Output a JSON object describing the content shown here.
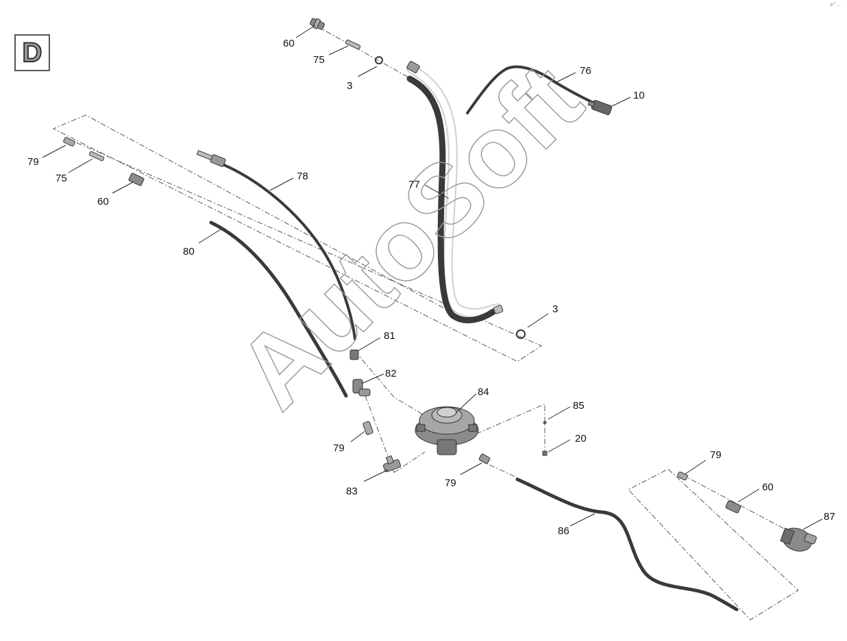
{
  "section_badge": "D",
  "watermark": "AutoSoft",
  "corner_mark": "e° ...",
  "callouts": {
    "p60_top": "60",
    "p75_top": "75",
    "p3_top": "3",
    "p76": "76",
    "p10": "10",
    "p79_left": "79",
    "p75_left": "75",
    "p60_left": "60",
    "p78": "78",
    "p77": "77",
    "p80": "80",
    "p3_mid": "3",
    "p81": "81",
    "p82": "82",
    "p84": "84",
    "p85": "85",
    "p20": "20",
    "p79_mid": "79",
    "p83": "83",
    "p79_valve": "79",
    "p79_right": "79",
    "p60_right": "60",
    "p86": "86",
    "p87": "87"
  },
  "colors": {
    "hose_dark": "#3a3a3a",
    "hose_light": "#cfcfcf",
    "fitting": "#8a8a8a",
    "watermark": "#9a9a9a"
  }
}
